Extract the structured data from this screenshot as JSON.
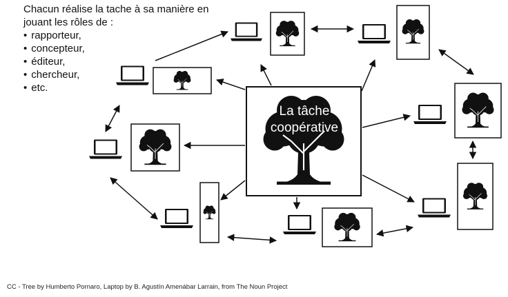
{
  "intro": {
    "heading_line1": "Chacun réalise la tache à sa manière en",
    "heading_line2": "jouant les rôles de :",
    "roles": [
      "rapporteur,",
      "concepteur,",
      "éditeur,",
      "chercheur,",
      "etc."
    ]
  },
  "center": {
    "line1": "La tâche",
    "line2": "coopérative"
  },
  "credit": "CC - Tree by Humberto Pornaro, Laptop by B. Agustín Amenábar Larrain, from The Noun Project",
  "icons": {
    "tree": "tree-icon",
    "laptop": "laptop-icon"
  },
  "colors": {
    "ink": "#111111",
    "background": "#ffffff"
  }
}
